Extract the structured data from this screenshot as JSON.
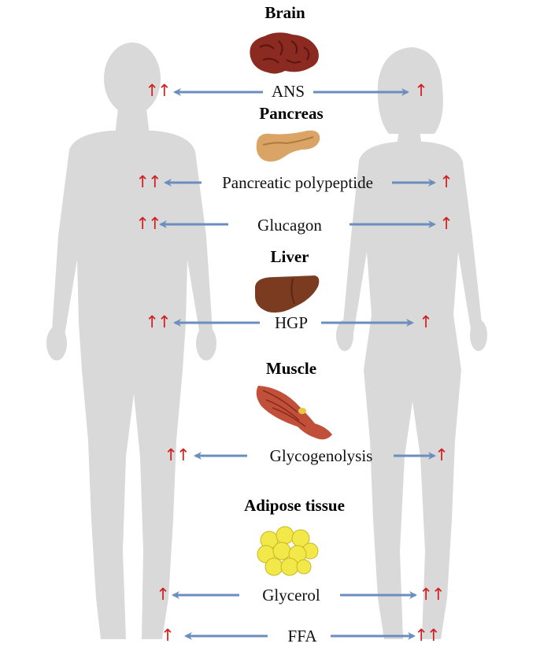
{
  "colors": {
    "silhouette": "#d9d9d9",
    "connector_arrow": "#6c8ebf",
    "indicator": "#d02020",
    "brain": "#8b2a20",
    "pancreas": "#d9a466",
    "liver": "#7a3b20",
    "muscle": "#c0503a",
    "adipose": "#f2e84a"
  },
  "icons": {
    "male": "male-silhouette-icon",
    "female": "female-silhouette-icon",
    "brain": "brain-icon",
    "pancreas": "pancreas-icon",
    "liver": "liver-icon",
    "muscle": "muscle-icon",
    "adipose": "adipose-tissue-icon"
  },
  "headings": {
    "brain": "Brain",
    "pancreas": "Pancreas",
    "liver": "Liver",
    "muscle": "Muscle",
    "adipose": "Adipose tissue"
  },
  "rows": [
    {
      "label": "ANS",
      "male": "↑↑",
      "female": "↑"
    },
    {
      "label": "Pancreatic polypeptide",
      "male": "↑↑",
      "female": "↑"
    },
    {
      "label": "Glucagon",
      "male": "↑↑",
      "female": "↑"
    },
    {
      "label": "HGP",
      "male": "↑↑",
      "female": "↑"
    },
    {
      "label": "Glycogenolysis",
      "male": "↑↑",
      "female": "↑"
    },
    {
      "label": "Glycerol",
      "male": "↑",
      "female": "↑↑"
    },
    {
      "label": "FFA",
      "male": "↑",
      "female": "↑↑"
    }
  ]
}
